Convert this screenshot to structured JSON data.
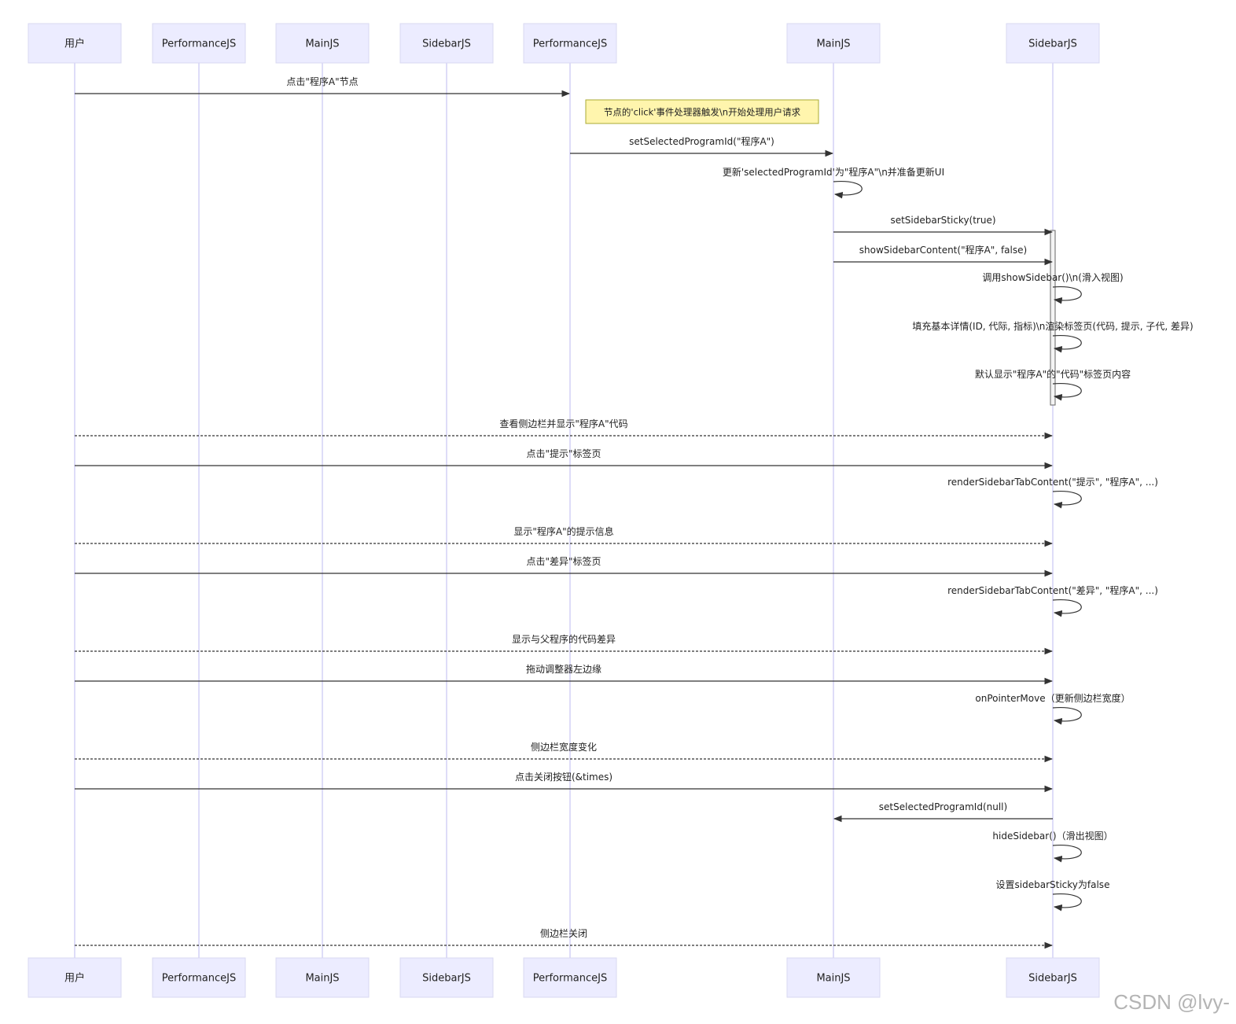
{
  "participants": [
    {
      "name": "用户"
    },
    {
      "name": "PerformanceJS"
    },
    {
      "name": "MainJS"
    },
    {
      "name": "SidebarJS"
    },
    {
      "name": "PerformanceJS"
    },
    {
      "name": "MainJS"
    },
    {
      "name": "SidebarJS"
    }
  ],
  "note": {
    "text": "节点的'click'事件处理器触发\\n开始处理用户请求",
    "over": 4
  },
  "messages": [
    {
      "from": 0,
      "to": 4,
      "label": "点击\"程序A\"节点",
      "style": "solid"
    },
    {
      "from": 4,
      "to": 5,
      "label": "setSelectedProgramId(\"程序A\")",
      "style": "solid"
    },
    {
      "from": 5,
      "to": 5,
      "label": "更新'selectedProgramId'为\"程序A\"\\n并准备更新UI",
      "style": "self"
    },
    {
      "from": 5,
      "to": 6,
      "label": "setSidebarSticky(true)",
      "style": "solid"
    },
    {
      "from": 5,
      "to": 6,
      "label": "showSidebarContent(\"程序A\", false)",
      "style": "solid"
    },
    {
      "from": 6,
      "to": 6,
      "label": "调用showSidebar()\\n(滑入视图)",
      "style": "self"
    },
    {
      "from": 6,
      "to": 6,
      "label": "填充基本详情(ID, 代际, 指标)\\n渲染标签页(代码, 提示, 子代, 差异)",
      "style": "self"
    },
    {
      "from": 6,
      "to": 6,
      "label": "默认显示\"程序A\"的\"代码\"标签页内容",
      "style": "self"
    },
    {
      "from": 0,
      "to": 6,
      "label": "查看侧边栏并显示\"程序A\"代码",
      "style": "dashed"
    },
    {
      "from": 0,
      "to": 6,
      "label": "点击\"提示\"标签页",
      "style": "solid"
    },
    {
      "from": 6,
      "to": 6,
      "label": "renderSidebarTabContent(\"提示\", \"程序A\", ...)",
      "style": "self"
    },
    {
      "from": 0,
      "to": 6,
      "label": "显示\"程序A\"的提示信息",
      "style": "dashed"
    },
    {
      "from": 0,
      "to": 6,
      "label": "点击\"差异\"标签页",
      "style": "solid"
    },
    {
      "from": 6,
      "to": 6,
      "label": "renderSidebarTabContent(\"差异\", \"程序A\", ...)",
      "style": "self"
    },
    {
      "from": 0,
      "to": 6,
      "label": "显示与父程序的代码差异",
      "style": "dashed"
    },
    {
      "from": 0,
      "to": 6,
      "label": "拖动调整器左边缘",
      "style": "solid"
    },
    {
      "from": 6,
      "to": 6,
      "label": "onPointerMove（更新侧边栏宽度）",
      "style": "self"
    },
    {
      "from": 0,
      "to": 6,
      "label": "侧边栏宽度变化",
      "style": "dashed"
    },
    {
      "from": 0,
      "to": 6,
      "label": "点击关闭按钮(&times)",
      "style": "solid"
    },
    {
      "from": 6,
      "to": 5,
      "label": "setSelectedProgramId(null)",
      "style": "solid"
    },
    {
      "from": 6,
      "to": 6,
      "label": "hideSidebar()（滑出视图）",
      "style": "self"
    },
    {
      "from": 6,
      "to": 6,
      "label": "设置sidebarSticky为false",
      "style": "self"
    },
    {
      "from": 0,
      "to": 6,
      "label": "侧边栏关闭",
      "style": "dashed"
    }
  ],
  "watermark": "CSDN @lvy-"
}
